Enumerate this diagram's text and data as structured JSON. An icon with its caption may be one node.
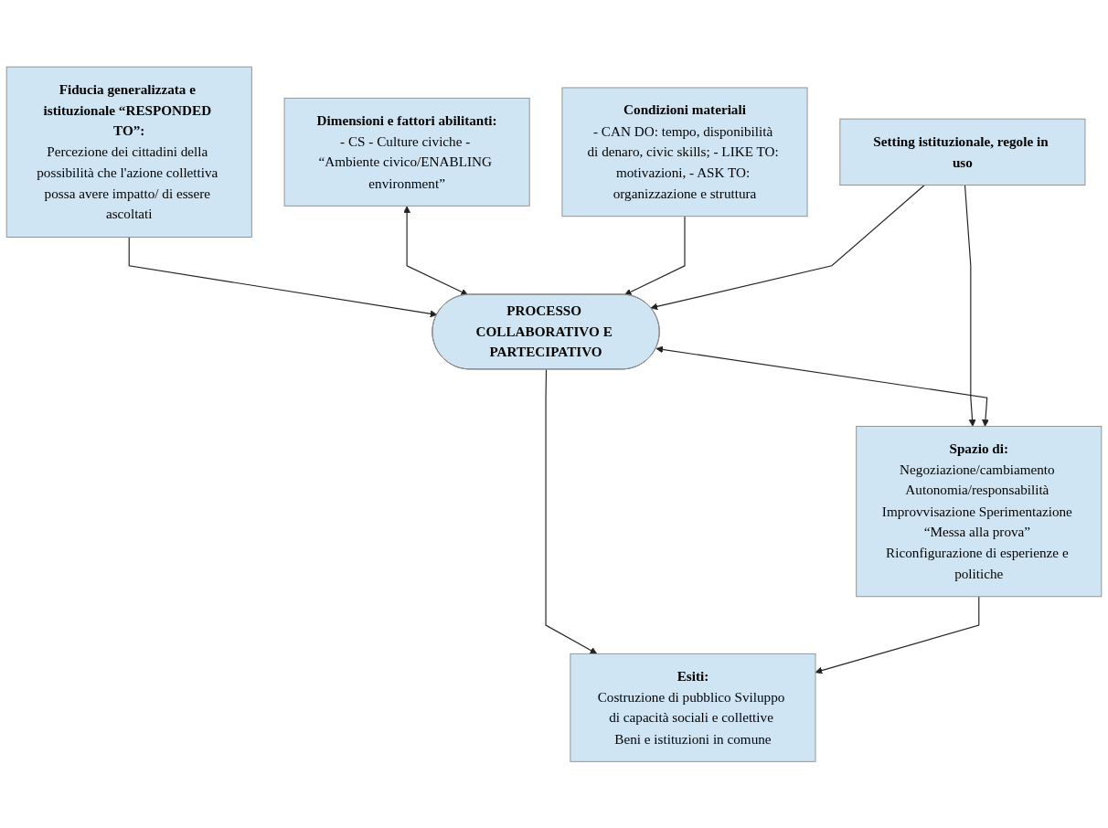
{
  "diagram": {
    "nodes": [
      {
        "text": [
          "Fiducia generalizzata e istituzionale “RESPONDED TO”:",
          "Percezione dei cittadini della possibilità che l'azione collettiva possa avere impatto/ di essere ascoltati"
        ]
      },
      {
        "text": [
          "Dimensioni e fattori abilitanti:",
          "- CS - Culture civiche - “Ambiente civico/ENABLING environment”"
        ]
      },
      {
        "text": [
          "Setting istituzionale, regole in uso"
        ]
      },
      {
        "text": [
          "Condizioni materiali",
          "- CAN DO: tempo, disponibilità di denaro, civic skills; - LIKE TO: motivazioni, - ASK TO: organizzazione e struttura"
        ]
      },
      {
        "text": [
          "PROCESSO COLLABORATIVO E PARTECIPATIVO"
        ]
      },
      {
        "text": [
          "Spazio di:",
          "Negoziazione/cambiamento Autonomia/responsabilità Improvvisazione Sperimentazione “Messa alla prova” Riconfigurazione di esperienze e politiche"
        ]
      },
      {
        "text": [
          "Esiti:",
          "Costruzione di pubblico Sviluppo di capacità sociali e collettive Beni e istituzioni in comune"
        ]
      }
    ],
    "edges": [
      {
        "from": 0,
        "to": 4,
        "arrow": "to"
      },
      {
        "from": 1,
        "to": 4,
        "arrow": "both"
      },
      {
        "from": 3,
        "to": 4,
        "arrow": "to"
      },
      {
        "from": 2,
        "to": 4,
        "arrow": "to"
      },
      {
        "from": 2,
        "to": 5,
        "arrow": "to"
      },
      {
        "from": 4,
        "to": 5,
        "arrow": "both"
      },
      {
        "from": 4,
        "to": 6,
        "arrow": "to"
      },
      {
        "from": 5,
        "to": 6,
        "arrow": "to"
      }
    ]
  }
}
